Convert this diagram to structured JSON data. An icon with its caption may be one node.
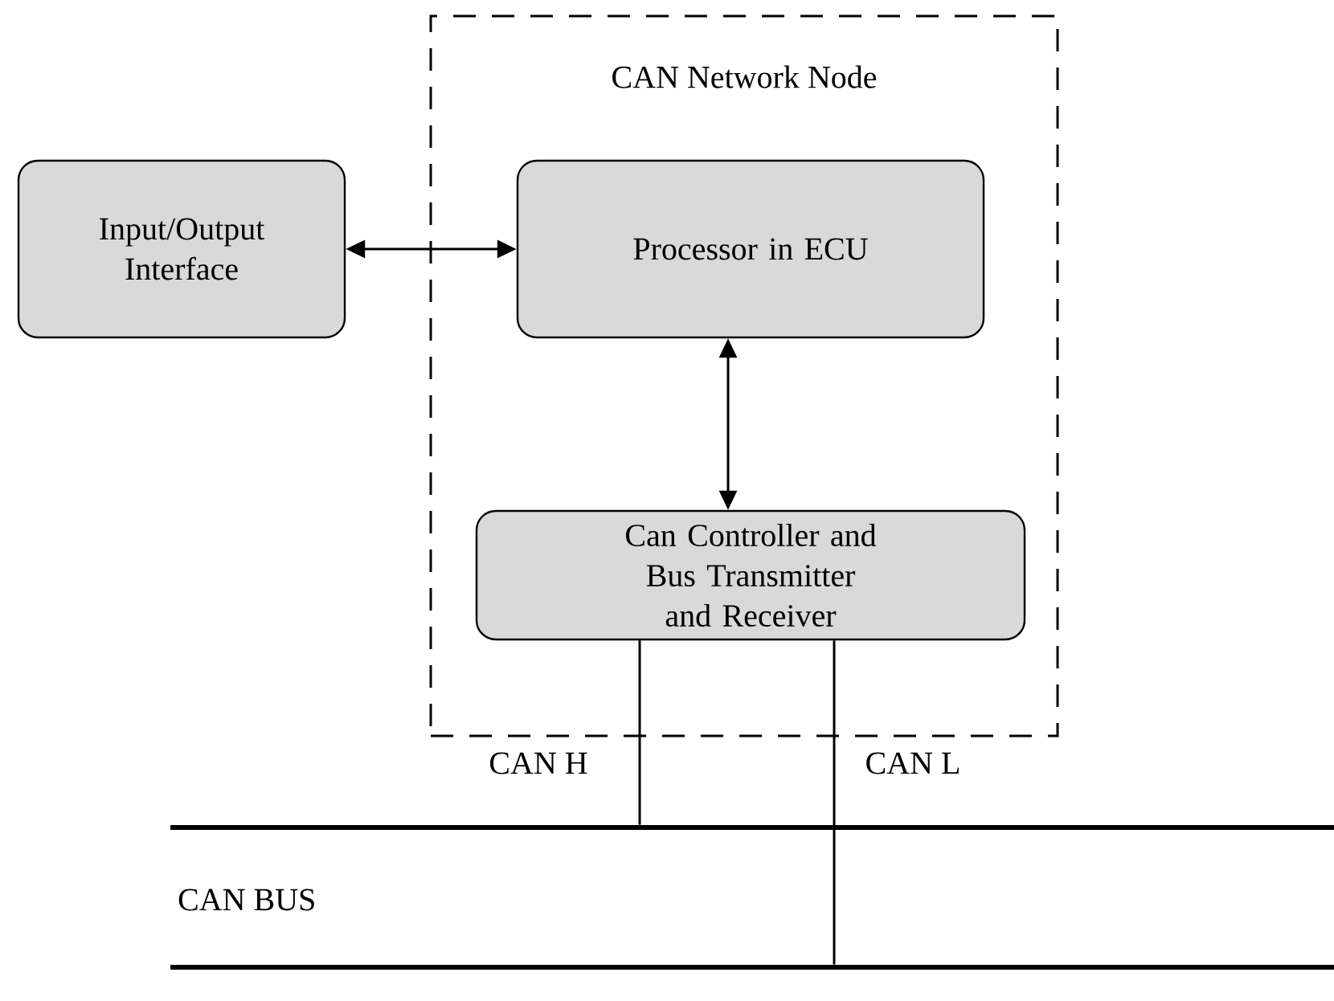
{
  "diagram": {
    "nodes": [
      {
        "text": [
          "CAN Network Node"
        ]
      },
      {
        "text": [
          "Input/Output Interface"
        ]
      },
      {
        "text": [
          "Processor in ECU"
        ],
        "in": 0
      },
      {
        "text": [
          "Can Controller and Bus Transmitter and Receiver"
        ],
        "in": 0
      },
      {
        "text": [],
        "shape": "bar"
      },
      {
        "text": [],
        "shape": "bar"
      }
    ],
    "edges": [
      {
        "from": 1,
        "to": 2,
        "arrow": "both"
      },
      {
        "from": 2,
        "to": 3,
        "arrow": "both"
      },
      {
        "from": 3,
        "to": 4,
        "arrow": "none",
        "label": "CAN H"
      },
      {
        "from": 3,
        "to": 5,
        "arrow": "none",
        "label": "CAN L"
      }
    ],
    "labels": [
      "CAN BUS"
    ]
  }
}
